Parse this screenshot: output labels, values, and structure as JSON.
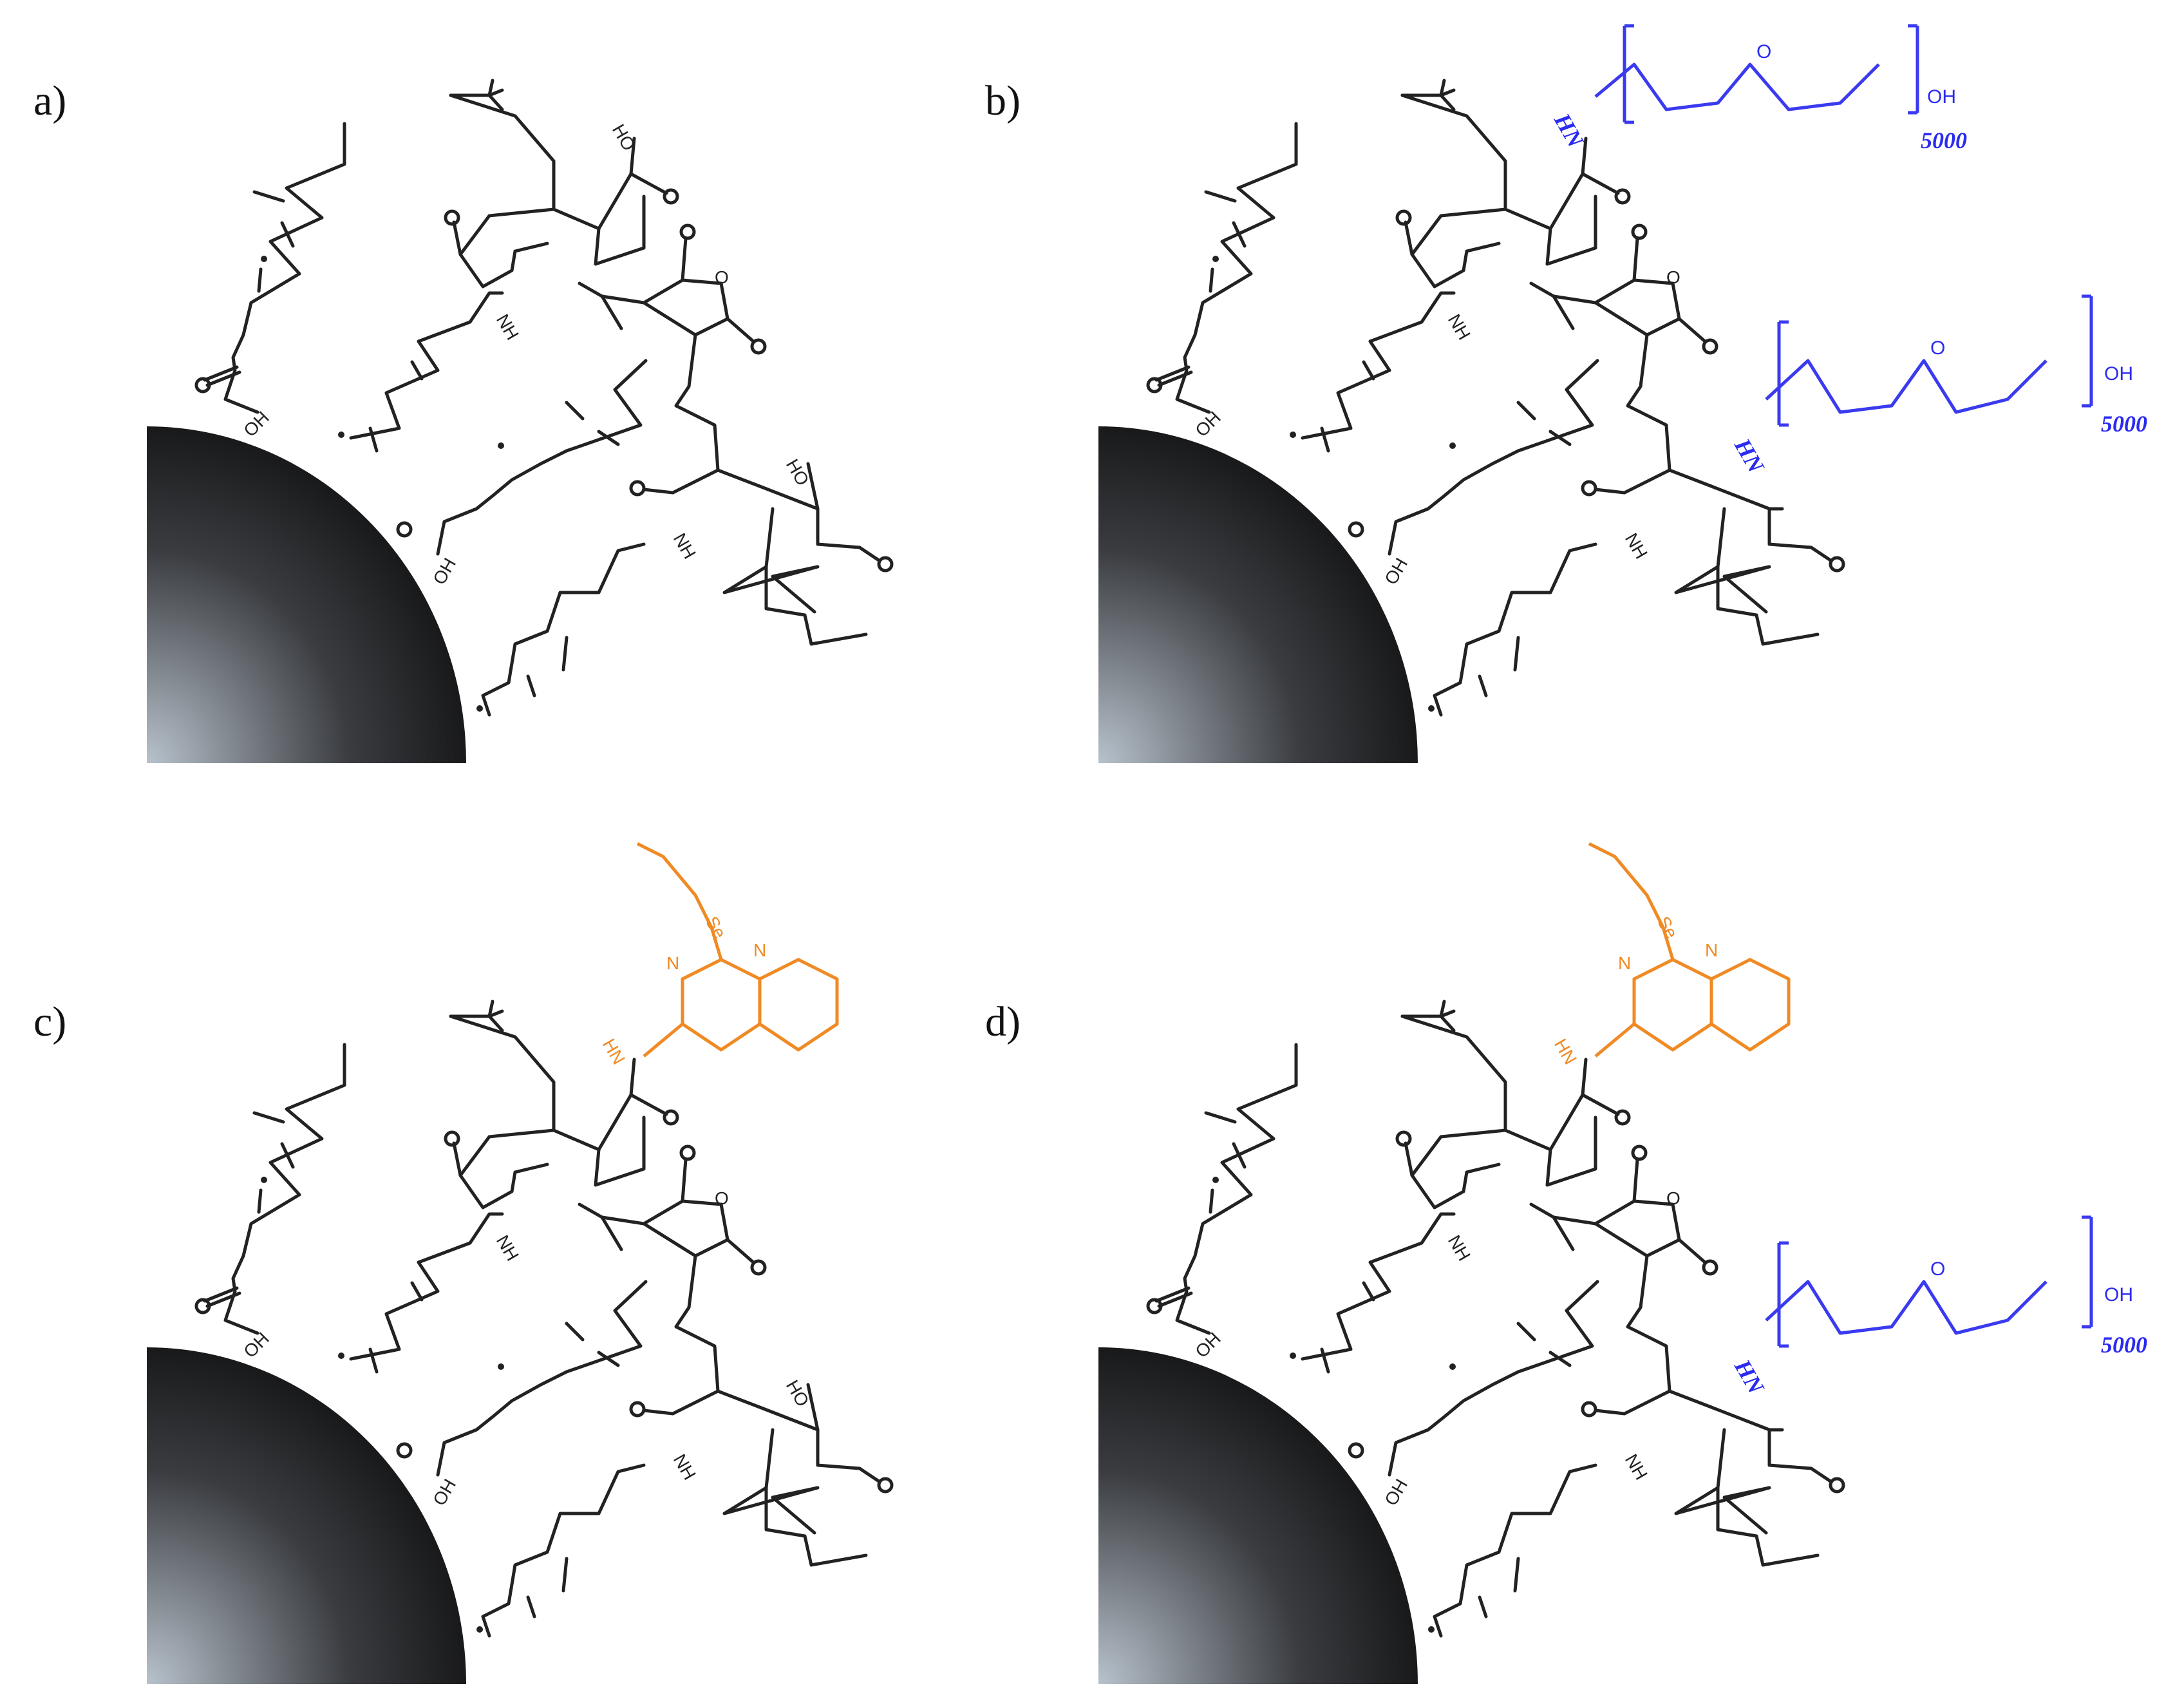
{
  "panels": [
    {
      "id": "a",
      "label": "a)",
      "peg_upper": false,
      "peg_lower": false,
      "quinazoline": false
    },
    {
      "id": "b",
      "label": "b)",
      "peg_upper": true,
      "peg_lower": true,
      "quinazoline": false
    },
    {
      "id": "c",
      "label": "c)",
      "peg_upper": false,
      "peg_lower": false,
      "quinazoline": true
    },
    {
      "id": "d",
      "label": "d)",
      "peg_upper": false,
      "peg_lower": true,
      "quinazoline": true
    }
  ],
  "atoms": {
    "oh": "OH",
    "ho": "HO",
    "nh": "NH",
    "hn": "HN",
    "o": "O",
    "n": "N",
    "se": "Se",
    "peg_repeat": "5000"
  },
  "colors": {
    "bond": "#222222",
    "peg": "#3a3af0",
    "quinazoline": "#f08a24",
    "nanoparticle_dark": "#0b0b0b",
    "nanoparticle_light": "#b8c2cc"
  }
}
